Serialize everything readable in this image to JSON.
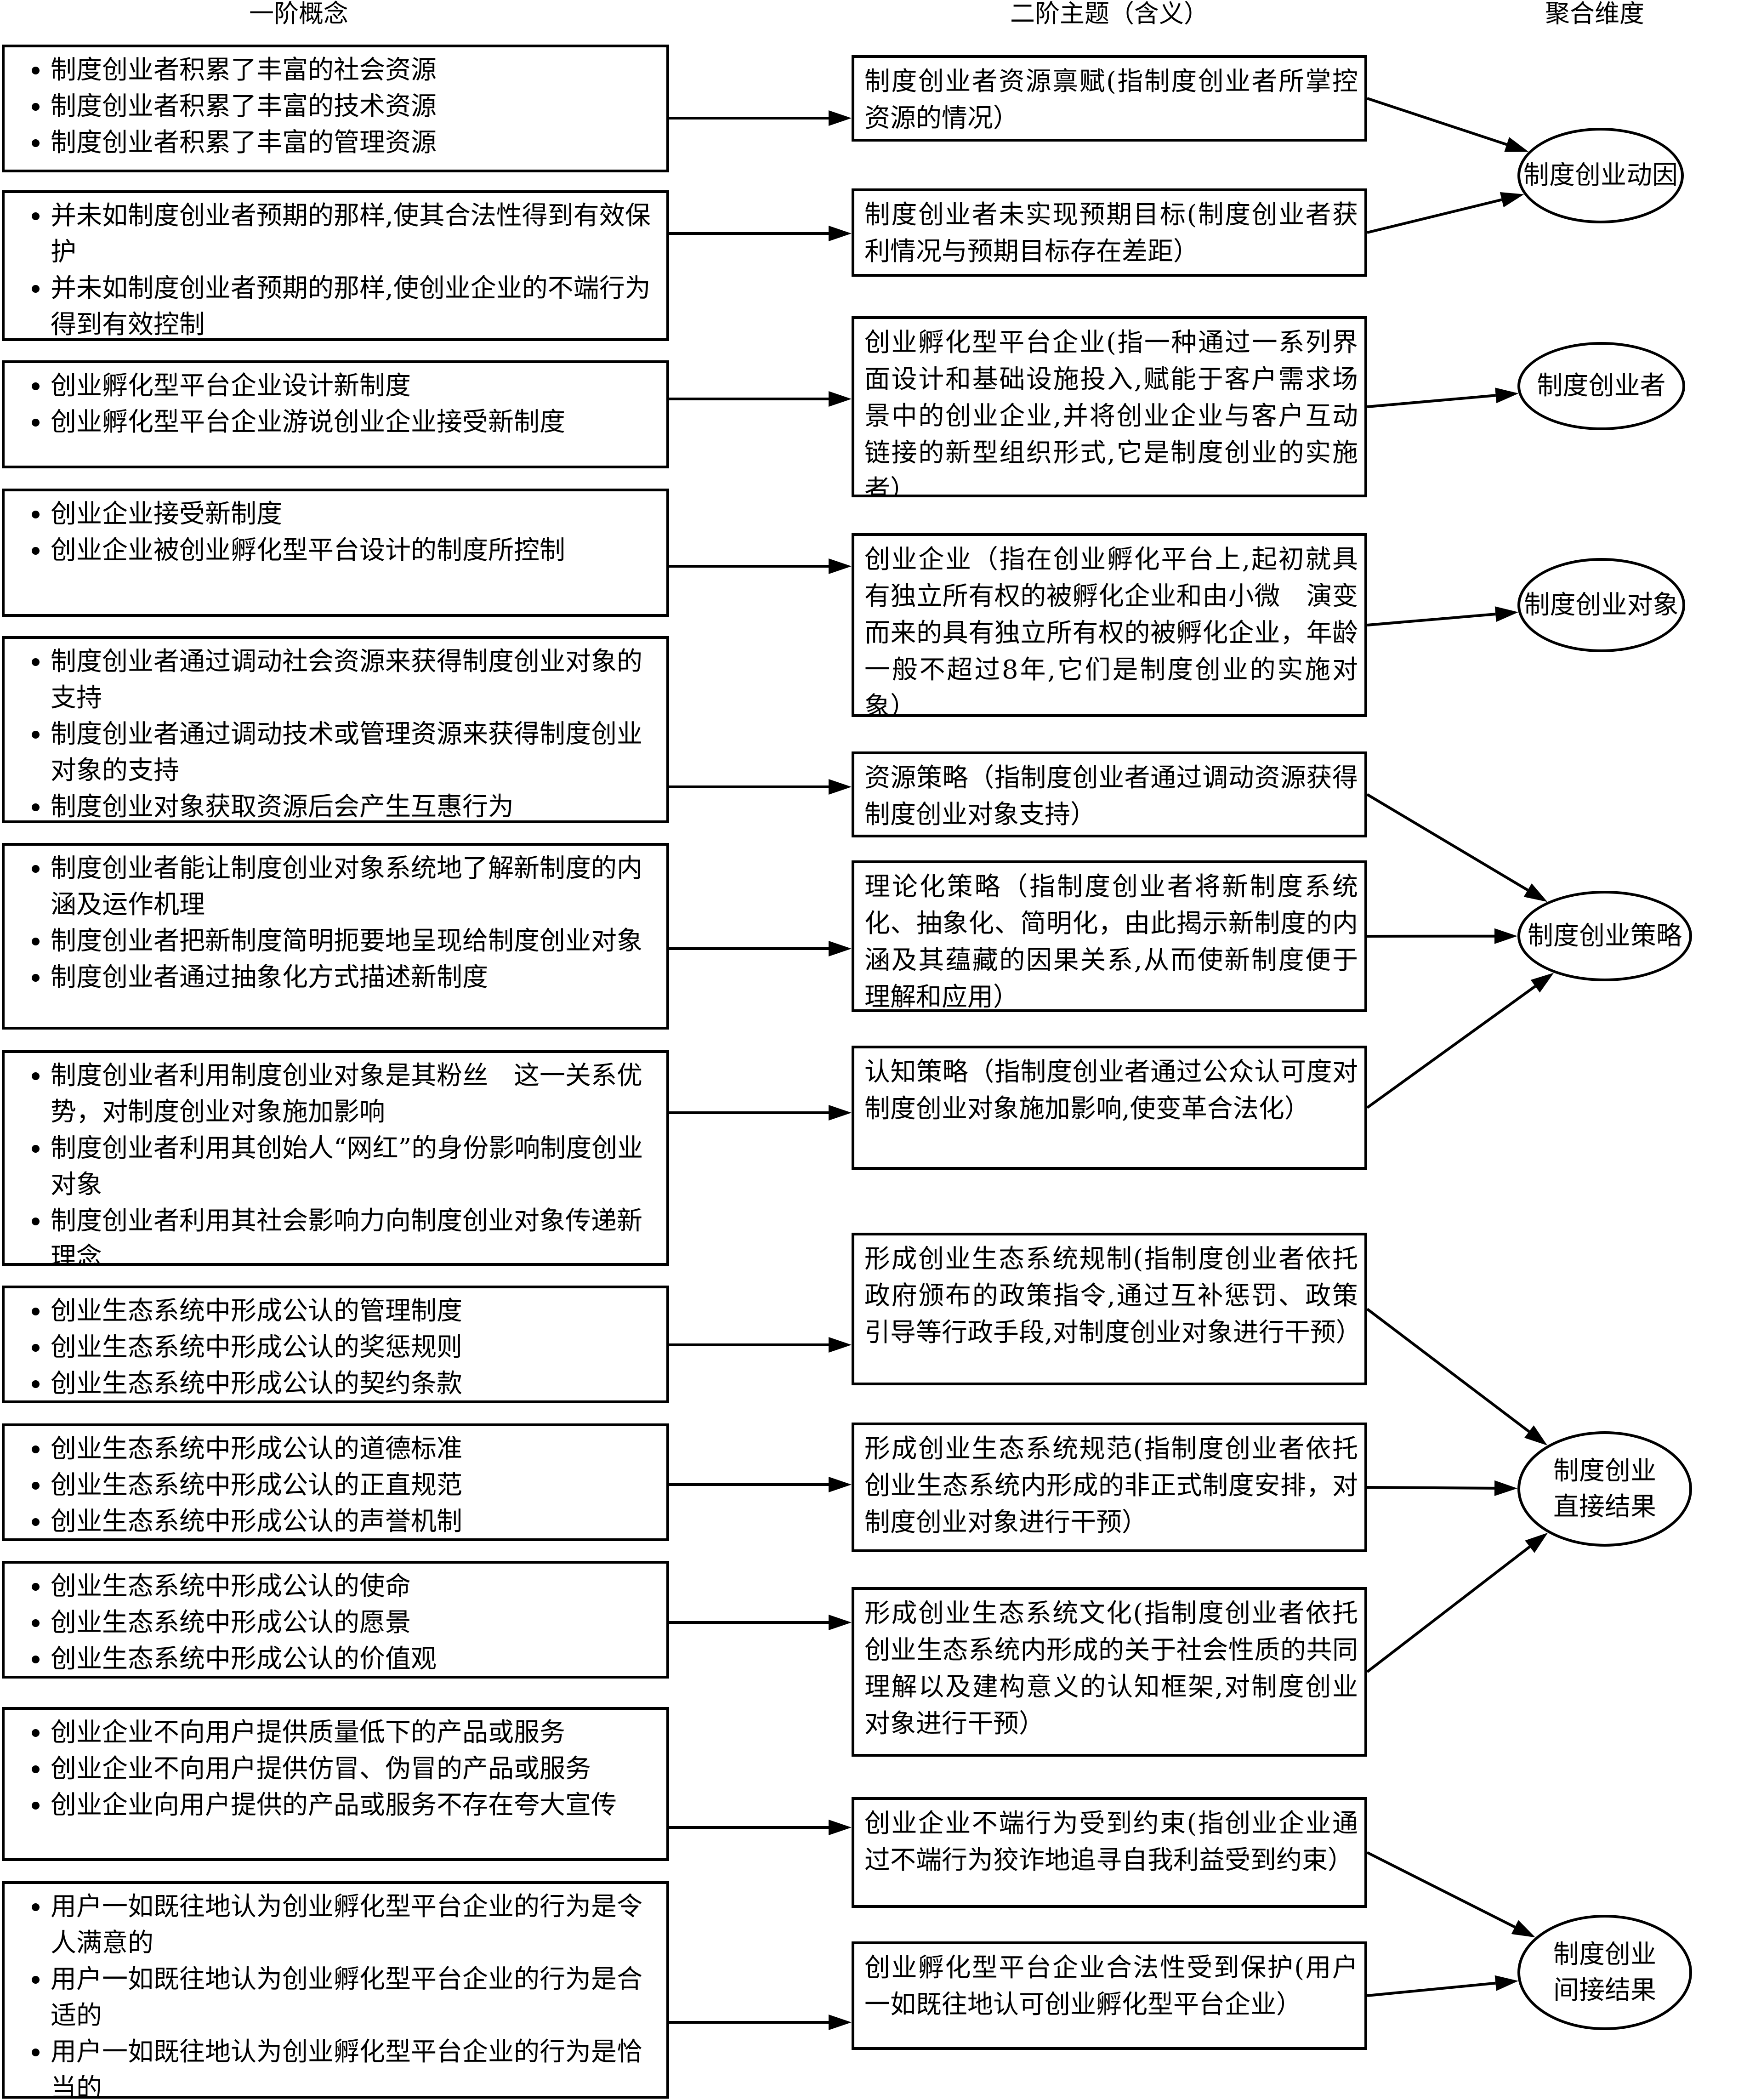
{
  "headers": {
    "col1": "一阶概念",
    "col2": "二阶主题（含义）",
    "col3": "聚合维度"
  },
  "first_order": [
    [
      "制度创业者积累了丰富的社会资源",
      "制度创业者积累了丰富的技术资源",
      "制度创业者积累了丰富的管理资源"
    ],
    [
      "并未如制度创业者预期的那样,使其合法性得到有效保护",
      "并未如制度创业者预期的那样,使创业企业的不端行为得到有效控制"
    ],
    [
      "创业孵化型平台企业设计新制度",
      "创业孵化型平台企业游说创业企业接受新制度"
    ],
    [
      "创业企业接受新制度",
      "创业企业被创业孵化型平台设计的制度所控制"
    ],
    [
      "制度创业者通过调动社会资源来获得制度创业对象的支持",
      "制度创业者通过调动技术或管理资源来获得制度创业对象的支持",
      "制度创业对象获取资源后会产生互惠行为"
    ],
    [
      "制度创业者能让制度创业对象系统地了解新制度的内涵及运作机理",
      "制度创业者把新制度简明扼要地呈现给制度创业对象",
      "制度创业者通过抽象化方式描述新制度"
    ],
    [
      "制度创业者利用制度创业对象是其粉丝　这一关系优势，对制度创业对象施加影响",
      "制度创业者利用其创始人“网红”的身份影响制度创业对象",
      "制度创业者利用其社会影响力向制度创业对象传递新理念"
    ],
    [
      "创业生态系统中形成公认的管理制度",
      "创业生态系统中形成公认的奖惩规则",
      "创业生态系统中形成公认的契约条款"
    ],
    [
      "创业生态系统中形成公认的道德标准",
      "创业生态系统中形成公认的正直规范",
      "创业生态系统中形成公认的声誉机制"
    ],
    [
      "创业生态系统中形成公认的使命",
      "创业生态系统中形成公认的愿景",
      "创业生态系统中形成公认的价值观"
    ],
    [
      "创业企业不向用户提供质量低下的产品或服务",
      "创业企业不向用户提供仿冒、伪冒的产品或服务",
      "创业企业向用户提供的产品或服务不存在夸大宣传"
    ],
    [
      "用户一如既往地认为创业孵化型平台企业的行为是令人满意的",
      "用户一如既往地认为创业孵化型平台企业的行为是合适的",
      "用户一如既往地认为创业孵化型平台企业的行为是恰当的"
    ]
  ],
  "second_order": [
    "制度创业者资源禀赋(指制度创业者所掌控资源的情况）",
    "制度创业者未实现预期目标(制度创业者获利情况与预期目标存在差距）",
    "创业孵化型平台企业(指一种通过一系列界面设计和基础设施投入,赋能于客户需求场景中的创业企业,并将创业企业与客户互动链接的新型组织形式,它是制度创业的实施者）",
    "创业企业（指在创业孵化平台上,起初就具有独立所有权的被孵化企业和由小微　演变而来的具有独立所有权的被孵化企业，年龄一般不超过8年,它们是制度创业的实施对象）",
    "资源策略（指制度创业者通过调动资源获得制度创业对象支持）",
    "理论化策略（指制度创业者将新制度系统化、抽象化、简明化，由此揭示新制度的内涵及其蕴藏的因果关系,从而使新制度便于理解和应用）",
    "认知策略（指制度创业者通过公众认可度对制度创业对象施加影响,使变革合法化）",
    "形成创业生态系统规制(指制度创业者依托政府颁布的政策指令,通过互补惩罚、政策引导等行政手段,对制度创业对象进行干预）",
    "形成创业生态系统规范(指制度创业者依托创业生态系统内形成的非正式制度安排，对制度创业对象进行干预）",
    "形成创业生态系统文化(指制度创业者依托创业生态系统内形成的关于社会性质的共同理解以及建构意义的认知框架,对制度创业对象进行干预）",
    "创业企业不端行为受到约束(指创业企业通过不端行为狡诈地追寻自我利益受到约束）",
    "创业孵化型平台企业合法性受到保护(用户一如既往地认可创业孵化型平台企业）"
  ],
  "aggregate": [
    [
      "制度创业动因"
    ],
    [
      "制度创业者"
    ],
    [
      "制度创业对象"
    ],
    [
      "制度创业策略"
    ],
    [
      "制度创业",
      "直接结果"
    ],
    [
      "制度创业",
      "间接结果"
    ]
  ]
}
